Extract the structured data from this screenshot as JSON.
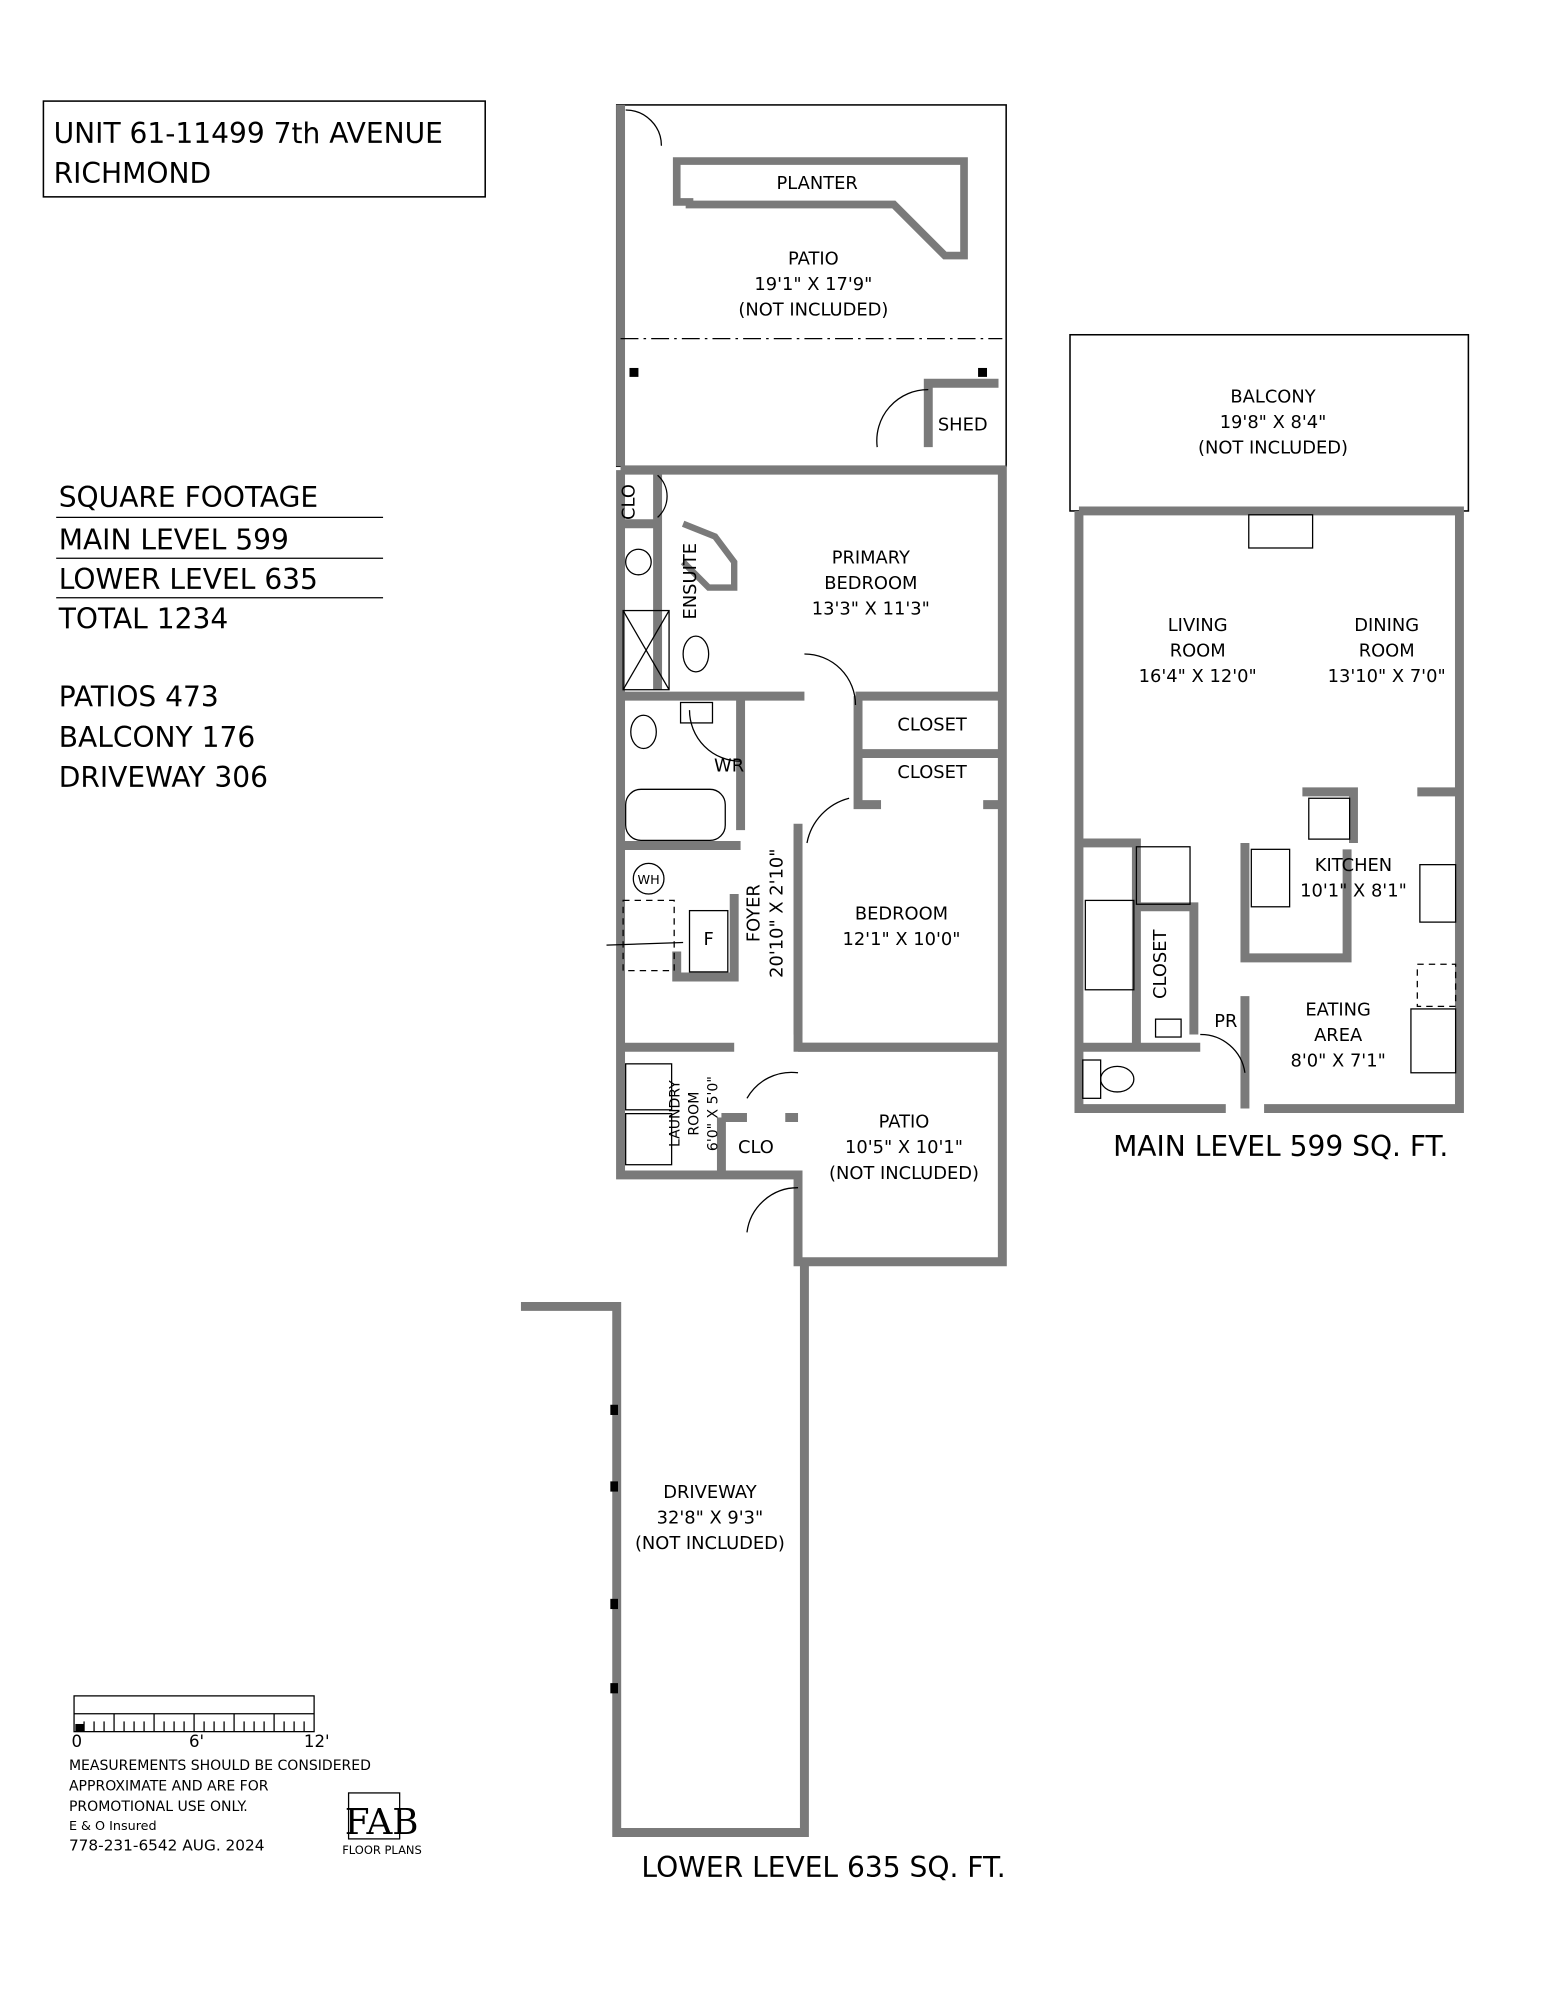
{
  "title_box": {
    "line1": "UNIT 61-11499 7th AVENUE",
    "line2": "RICHMOND"
  },
  "square_footage": {
    "heading": "SQUARE FOOTAGE",
    "main_level": "MAIN LEVEL 599",
    "lower_level": "LOWER LEVEL 635",
    "total": "TOTAL 1234",
    "patios": "PATIOS 473",
    "balcony": "BALCONY 176",
    "driveway": "DRIVEWAY 306"
  },
  "lower_level": {
    "caption": "LOWER LEVEL 635 SQ. FT.",
    "planter": "PLANTER",
    "patio_top": {
      "name": "PATIO",
      "dims": "19'1\" X 17'9\"",
      "note": "(NOT INCLUDED)"
    },
    "shed": "SHED",
    "clo_top": "CLO",
    "ensuite": "ENSUITE",
    "primary_bedroom": {
      "name1": "PRIMARY",
      "name2": "BEDROOM",
      "dims": "13'3\" X 11'3\""
    },
    "closet1": "CLOSET",
    "closet2": "CLOSET",
    "wr": "WR",
    "wh": "WH",
    "furnace": "F",
    "foyer": "FOYER",
    "foyer_dims": "20'10\" X 2'10\"",
    "bedroom": {
      "name": "BEDROOM",
      "dims": "12'1\" X 10'0\""
    },
    "laundry": {
      "name1": "LAUNDRY",
      "name2": "ROOM",
      "dims": "6'0\" X 5'0\""
    },
    "clo_bottom": "CLO",
    "patio_bottom": {
      "name": "PATIO",
      "dims": "10'5\" X 10'1\"",
      "note": "(NOT INCLUDED)"
    },
    "driveway": {
      "name": "DRIVEWAY",
      "dims": "32'8\" X 9'3\"",
      "note": "(NOT INCLUDED)"
    }
  },
  "main_level": {
    "caption": "MAIN LEVEL 599 SQ. FT.",
    "balcony": {
      "name": "BALCONY",
      "dims": "19'8\" X 8'4\"",
      "note": "(NOT INCLUDED)"
    },
    "living": {
      "name1": "LIVING",
      "name2": "ROOM",
      "dims": "16'4\" X 12'0\""
    },
    "dining": {
      "name1": "DINING",
      "name2": "ROOM",
      "dims": "13'10\" X 7'0\""
    },
    "kitchen": {
      "name": "KITCHEN",
      "dims": "10'1\" X 8'1\""
    },
    "closet": "CLOSET",
    "pr": "PR",
    "eating": {
      "name1": "EATING",
      "name2": "AREA",
      "dims": "8'0\" X 7'1\""
    }
  },
  "scale_bar": {
    "t0": "0",
    "t6": "6'",
    "t12": "12'"
  },
  "disclaimer": {
    "line1": "MEASUREMENTS SHOULD BE CONSIDERED",
    "line2": "APPROXIMATE AND ARE FOR",
    "line3": "PROMOTIONAL USE ONLY.",
    "line4": "E & O Insured",
    "line5": "778-231-6542  AUG. 2024"
  },
  "logo": {
    "mark": "FAB",
    "sub": "FLOOR PLANS"
  }
}
